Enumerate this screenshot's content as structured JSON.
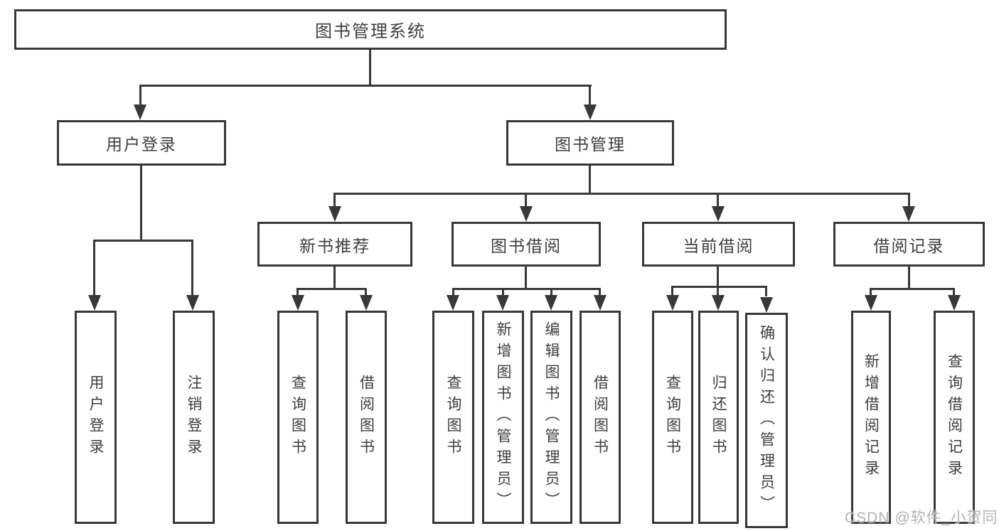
{
  "tree": {
    "root": "图书管理系统",
    "l2": [
      "用户登录",
      "图书管理"
    ],
    "login_children": [
      "用户登录",
      "注销登录"
    ],
    "l3": [
      "新书推荐",
      "图书借阅",
      "当前借阅",
      "借阅记录"
    ],
    "newbook_children": [
      "查询图书",
      "借阅图书"
    ],
    "borrow_children": [
      "查询图书",
      "新增图书（管理员）",
      "编辑图书（管理员）",
      "借阅图书"
    ],
    "current_children": [
      "查询图书",
      "归还图书",
      "确认归还（管理员）"
    ],
    "record_children": [
      "新增借阅记录",
      "查询借阅记录"
    ]
  },
  "watermark": {
    "text": "CSDN @软件_小贺同学"
  },
  "colors": {
    "line": "#383838",
    "text": "#3e3e3e",
    "background": "#ffffff",
    "watermark": "#b3b3b3"
  }
}
